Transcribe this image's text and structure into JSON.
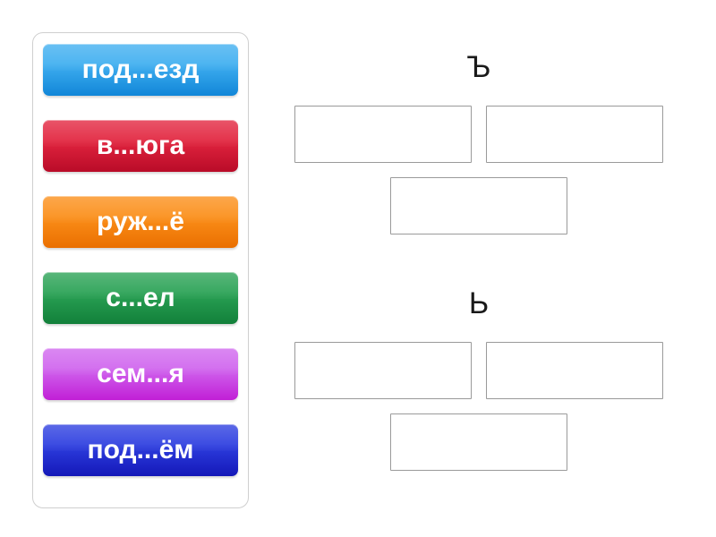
{
  "activity": {
    "type": "group-sort-drag-and-drop",
    "tile_text_color": "#ffffff"
  },
  "word_bank": {
    "panel_border_color": "#cfcfcf",
    "tiles": [
      {
        "label": "под...езд",
        "color_top": "#40aff0",
        "color_bottom": "#1186d8",
        "color_name": "blue"
      },
      {
        "label": "в...юга",
        "color_top": "#e2253f",
        "color_bottom": "#b90b28",
        "color_name": "crimson"
      },
      {
        "label": "руж...ё",
        "color_top": "#fb8f1a",
        "color_bottom": "#ea6f00",
        "color_name": "orange"
      },
      {
        "label": "с...ел",
        "color_top": "#2aa255",
        "color_bottom": "#12803a",
        "color_name": "green"
      },
      {
        "label": "сем...я",
        "color_top": "#d munroe",
        "color_bottom": "#c11fd6",
        "color_name": "orchid"
      },
      {
        "label": "под...ём",
        "color_top": "#2e3fe0",
        "color_bottom": "#1418b8",
        "color_name": "royal-blue"
      }
    ]
  },
  "categories": [
    {
      "id": "hard-sign",
      "heading": "Ъ",
      "dropzones": [
        {
          "value": ""
        },
        {
          "value": ""
        },
        {
          "value": ""
        }
      ]
    },
    {
      "id": "soft-sign",
      "heading": "Ь",
      "dropzones": [
        {
          "value": ""
        },
        {
          "value": ""
        },
        {
          "value": ""
        }
      ]
    }
  ],
  "colors": {
    "dropzone_border": "#9a9a9a",
    "page_background": "#ffffff",
    "heading_text": "#1a1a1a"
  }
}
